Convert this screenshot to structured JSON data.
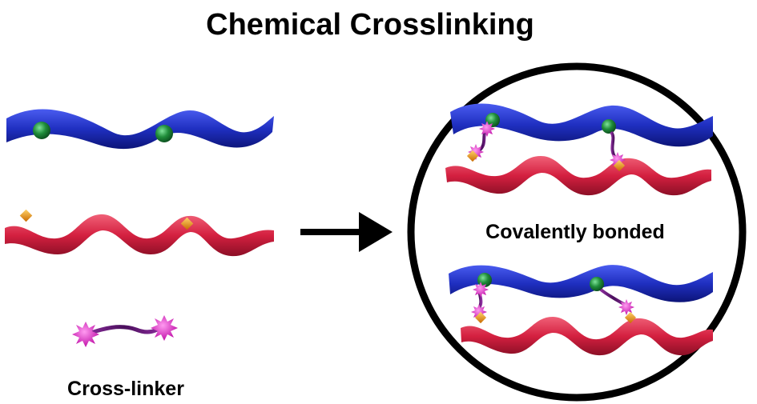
{
  "title": "Chemical Crosslinking",
  "labels": {
    "crosslinker": "Cross-linker",
    "bonded": "Covalently bonded"
  },
  "colors": {
    "polymer_a": "#2233bb",
    "polymer_b": "#d42040",
    "reactive_site_a": "#1f8c3a",
    "reactive_site_b": "#e08a10",
    "crosslinker_end": "#e020c8",
    "crosslinker_link": "#6a1a7a",
    "arrow": "#000000",
    "zoom_circle": "#000000"
  }
}
